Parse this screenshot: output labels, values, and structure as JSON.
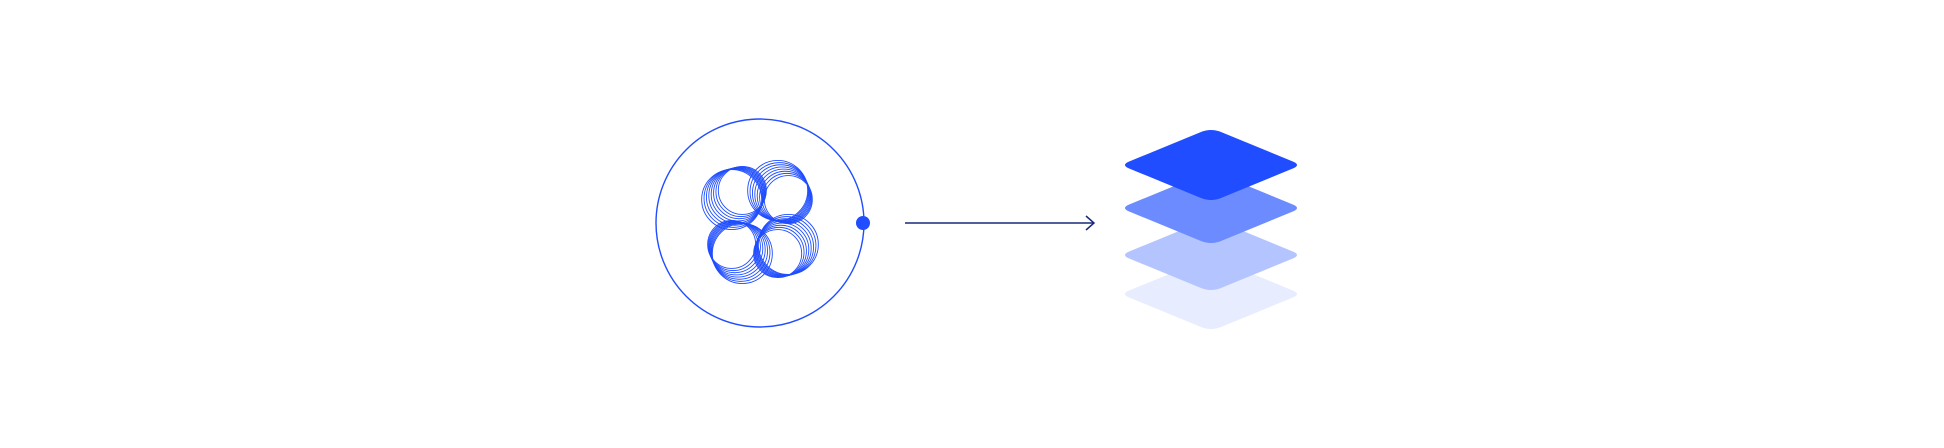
{
  "diagram": {
    "colors": {
      "accent": "#1f4dff",
      "connector": "#1a2a7a",
      "layer_1": "#1f4dff",
      "layer_2": "#6b8bff",
      "layer_3": "#b4c4ff",
      "layer_4": "#e7ecff",
      "background": "#ffffff"
    },
    "source": {
      "icon": "spiral-rings-icon",
      "ring_loops": 4,
      "rings_per_loop": 8
    },
    "connector": {
      "icon": "arrow-right-icon"
    },
    "target": {
      "icon": "stacked-layers-icon",
      "layer_count": 4
    }
  }
}
